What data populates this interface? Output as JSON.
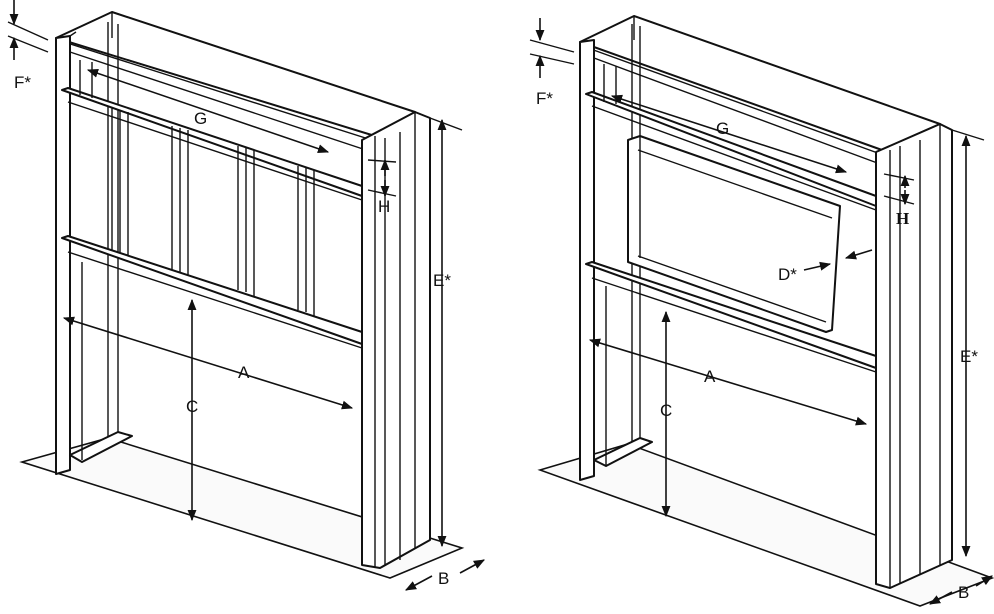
{
  "left_frame": {
    "labels": {
      "A": "A",
      "B": "B",
      "C": "C",
      "E": "E*",
      "F": "F*",
      "G": "G",
      "H": "H"
    }
  },
  "right_frame": {
    "labels": {
      "A": "A",
      "B": "B",
      "C": "C",
      "D": "D*",
      "E": "E*",
      "F": "F*",
      "G": "G",
      "H": "H"
    }
  }
}
